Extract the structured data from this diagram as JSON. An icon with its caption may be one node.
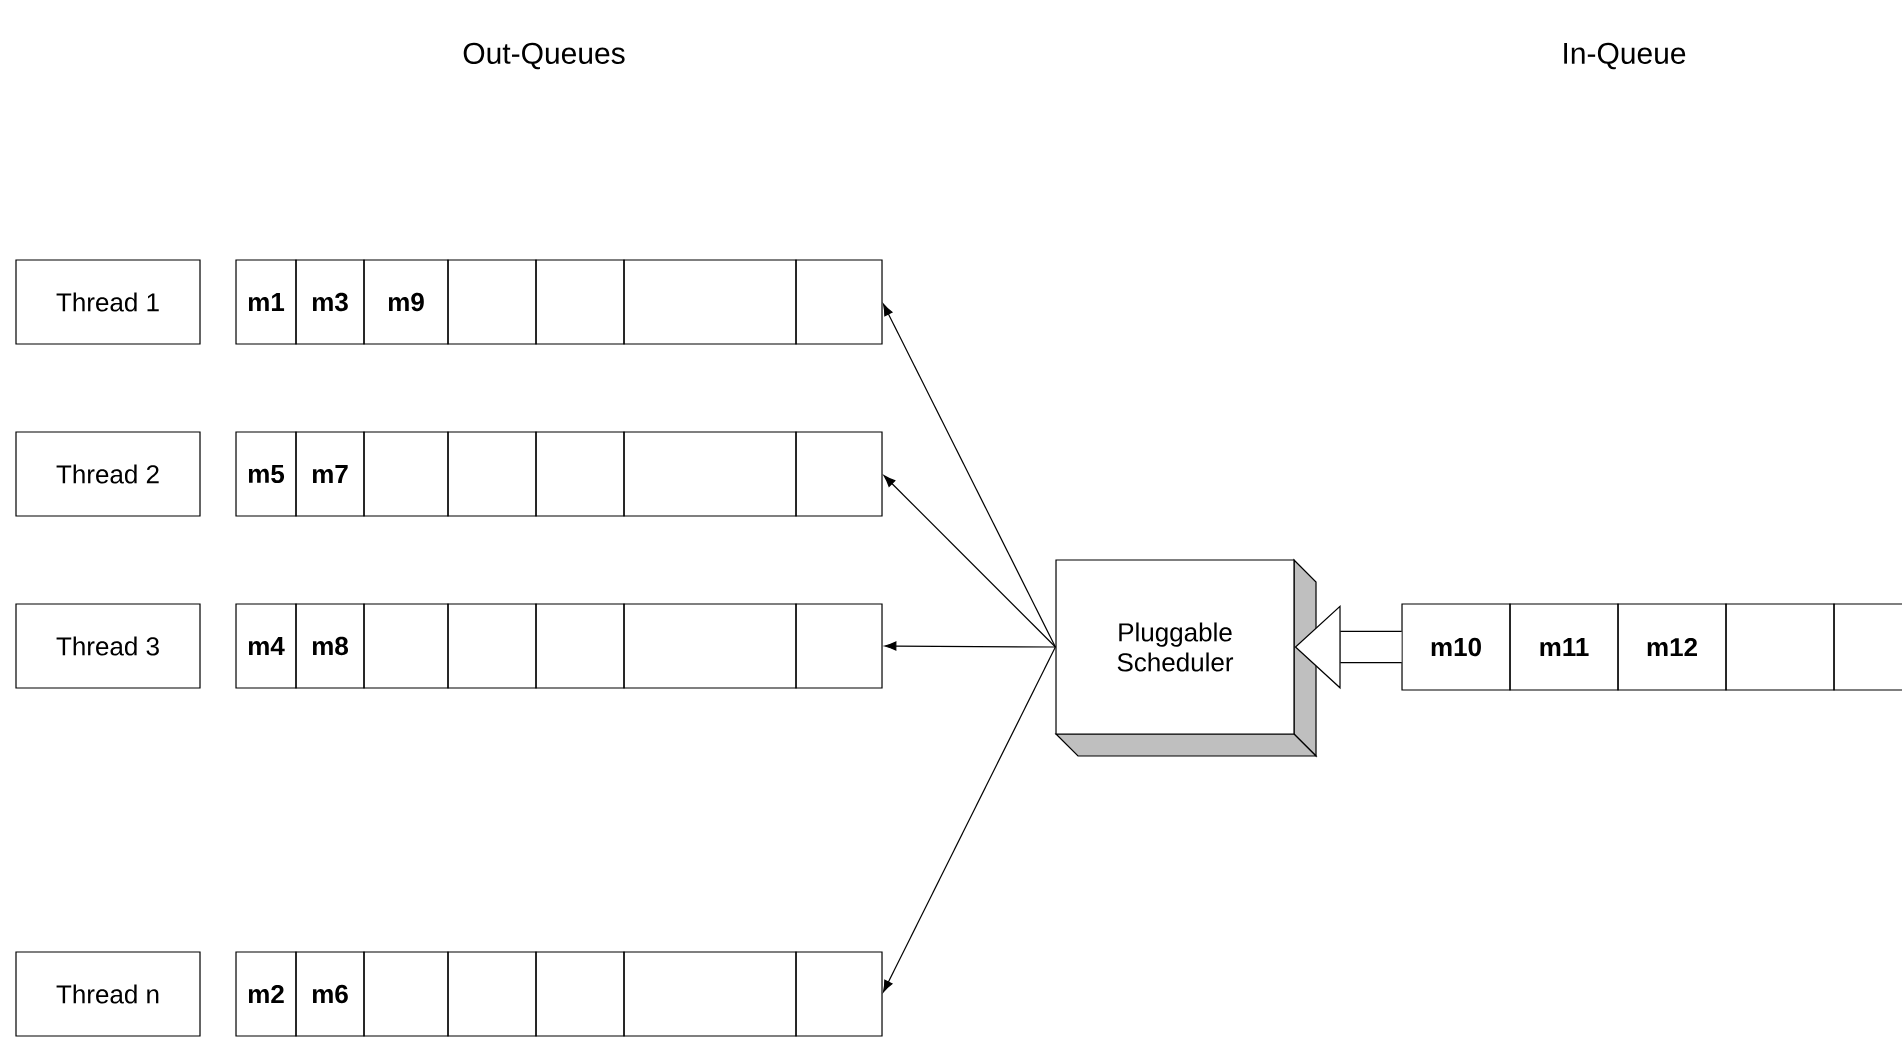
{
  "diagram": {
    "nodes": [
      {
        "text": [
          "Thread 1"
        ]
      },
      {
        "text": [
          "m1",
          "m3",
          "m9"
        ]
      },
      {
        "text": [
          "Thread 2"
        ]
      },
      {
        "text": [
          "m5",
          "m7"
        ]
      },
      {
        "text": [
          "Thread 3"
        ]
      },
      {
        "text": [
          "m4",
          "m8"
        ]
      },
      {
        "text": [
          "Pluggable Scheduler"
        ]
      },
      {
        "text": [
          "m10",
          "m11",
          "m12"
        ]
      },
      {
        "text": [
          "Thread n"
        ]
      },
      {
        "text": [
          "m2",
          "m6"
        ]
      }
    ],
    "edges": [
      {
        "from": 6,
        "to": 1,
        "arrow": "to"
      },
      {
        "from": 6,
        "to": 3,
        "arrow": "to"
      },
      {
        "from": 6,
        "to": 5,
        "arrow": "to"
      },
      {
        "from": 6,
        "to": 9,
        "arrow": "to"
      },
      {
        "from": 7,
        "to": 6,
        "arrow": "to",
        "style": "thick"
      }
    ],
    "labels": [
      "Out-Queues",
      "In-Queue"
    ]
  }
}
